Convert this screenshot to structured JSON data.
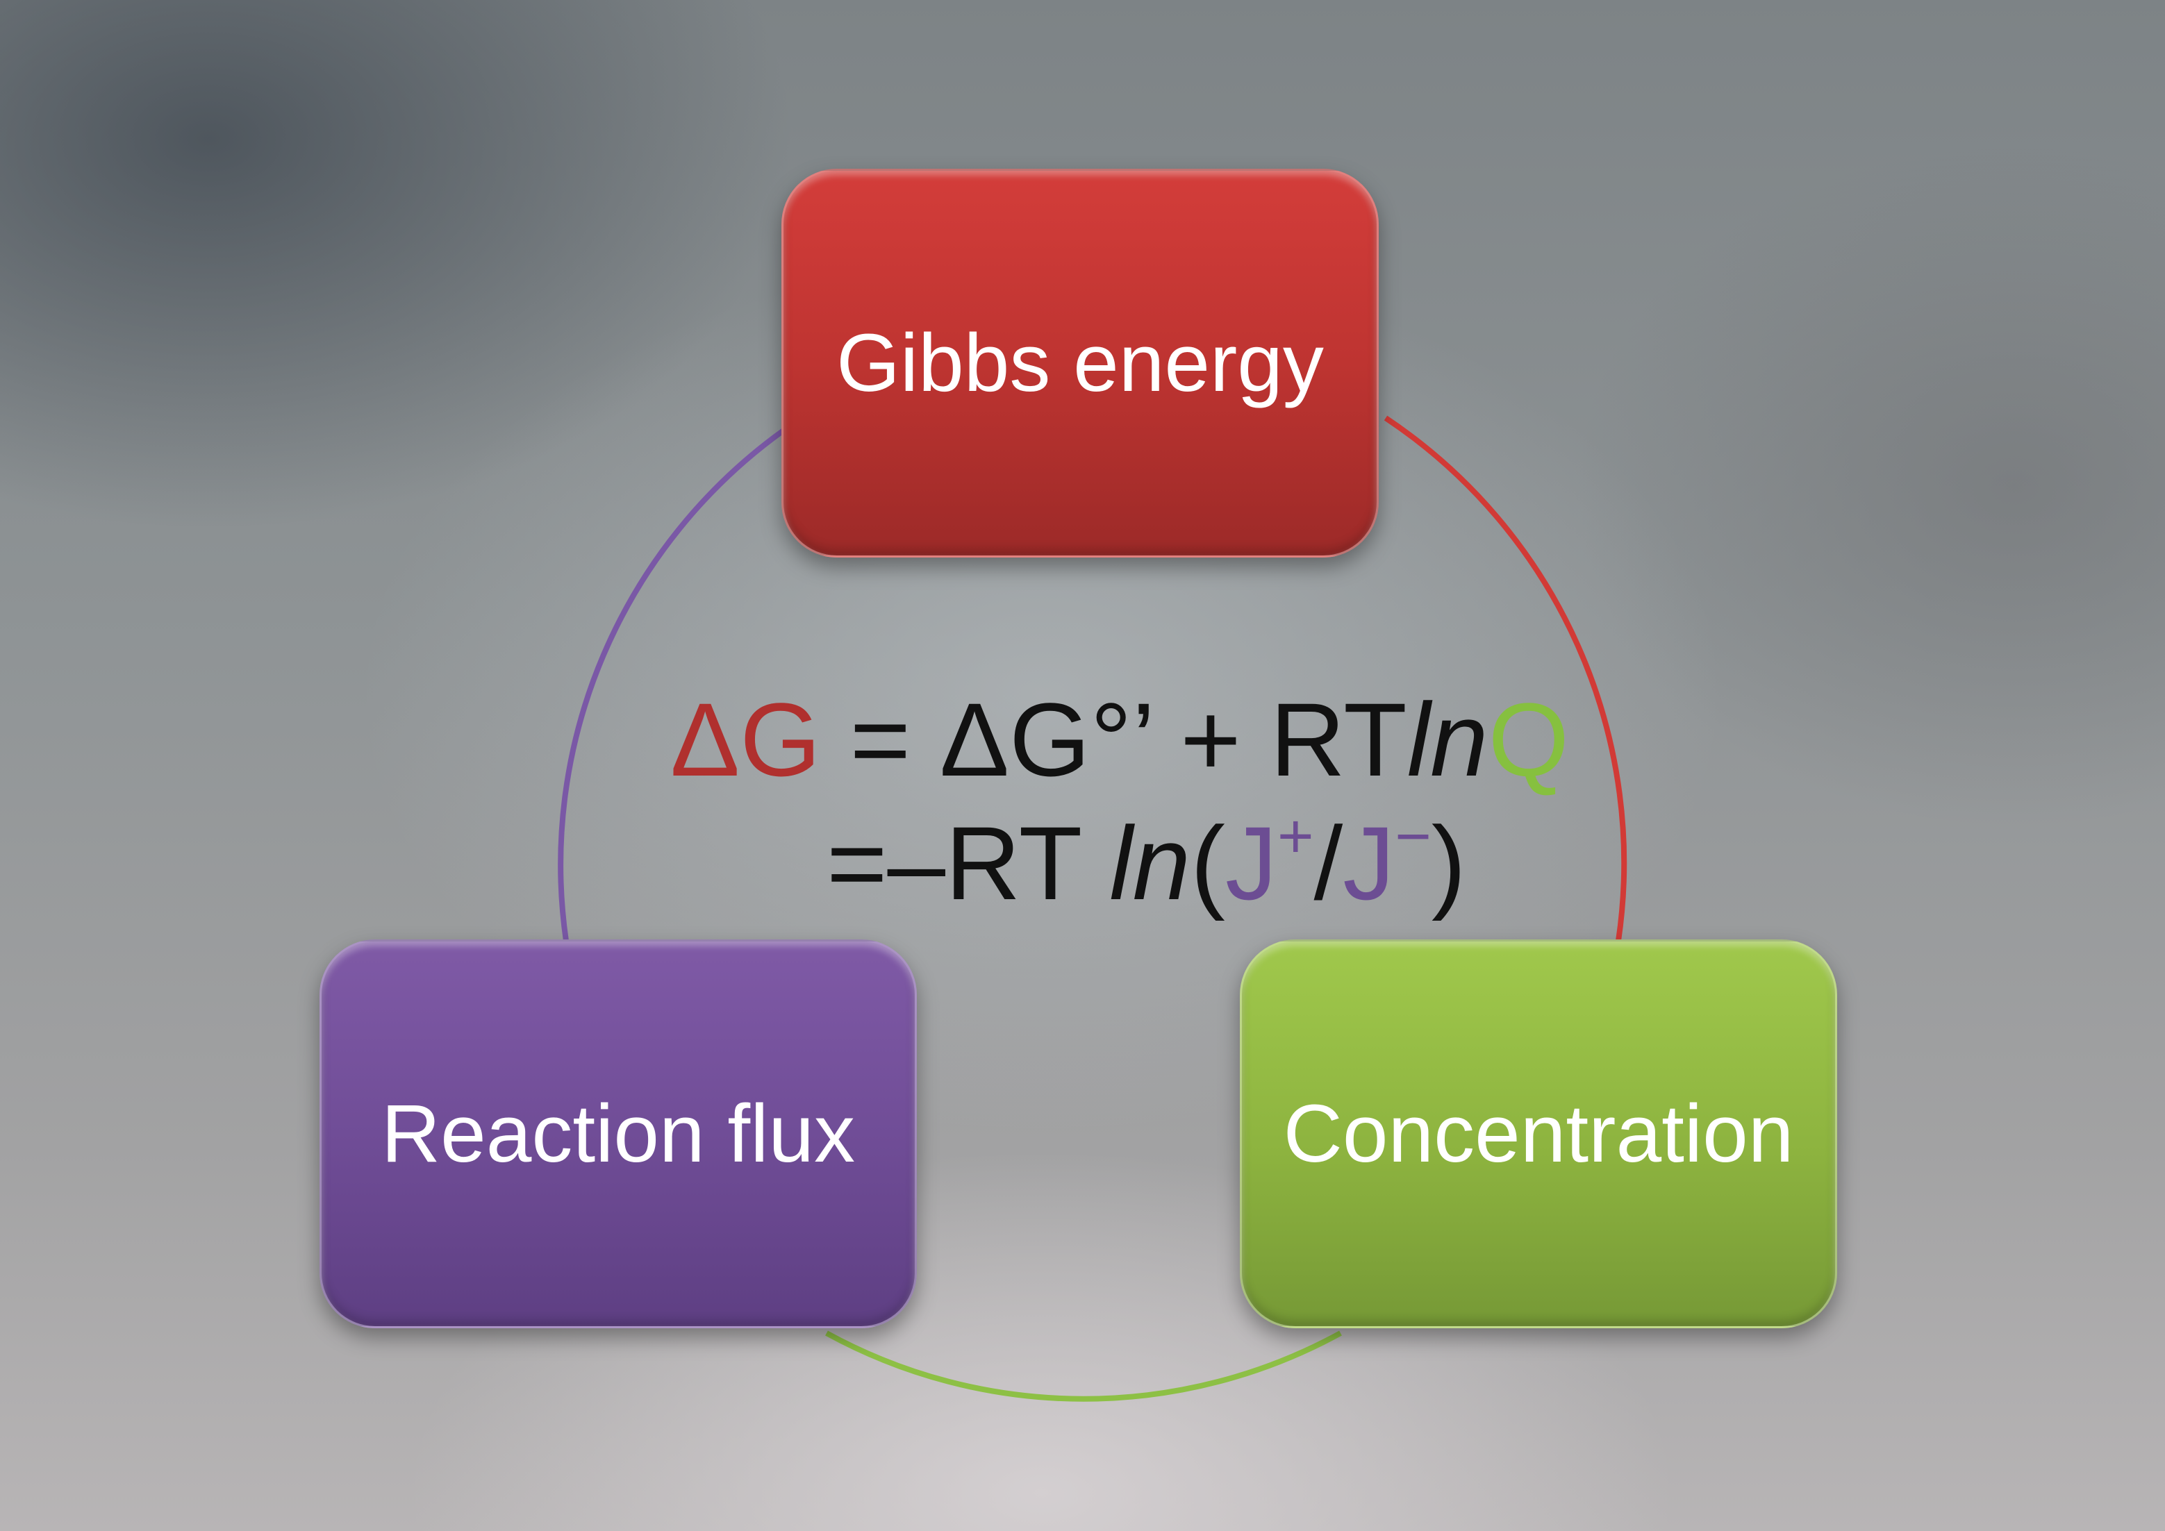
{
  "diagram": {
    "nodes": {
      "gibbs": {
        "label": "Gibbs energy",
        "color": "#be3431"
      },
      "flux": {
        "label": "Reaction flux",
        "color": "#704d97"
      },
      "concentration": {
        "label": "Concentration",
        "color": "#8db33f"
      }
    },
    "ring_arcs": {
      "gibbs_to_concentration": "#d23a36",
      "concentration_to_flux": "#8dc045",
      "flux_to_gibbs": "#7a58a6"
    },
    "equation": {
      "line1": {
        "delta_g": "ΔG",
        "equals": "=",
        "delta_g0": "ΔG°’",
        "plus": "+",
        "rt": "RT",
        "ln": "ln",
        "q": "Q"
      },
      "line2": {
        "equals": "=",
        "neg_rt": "–RT",
        "ln": "ln",
        "open_paren": "(",
        "j": "J",
        "plus_sup": "+",
        "slash": "/",
        "j2": "J",
        "minus_sup": "−",
        "close_paren": ")"
      }
    }
  }
}
